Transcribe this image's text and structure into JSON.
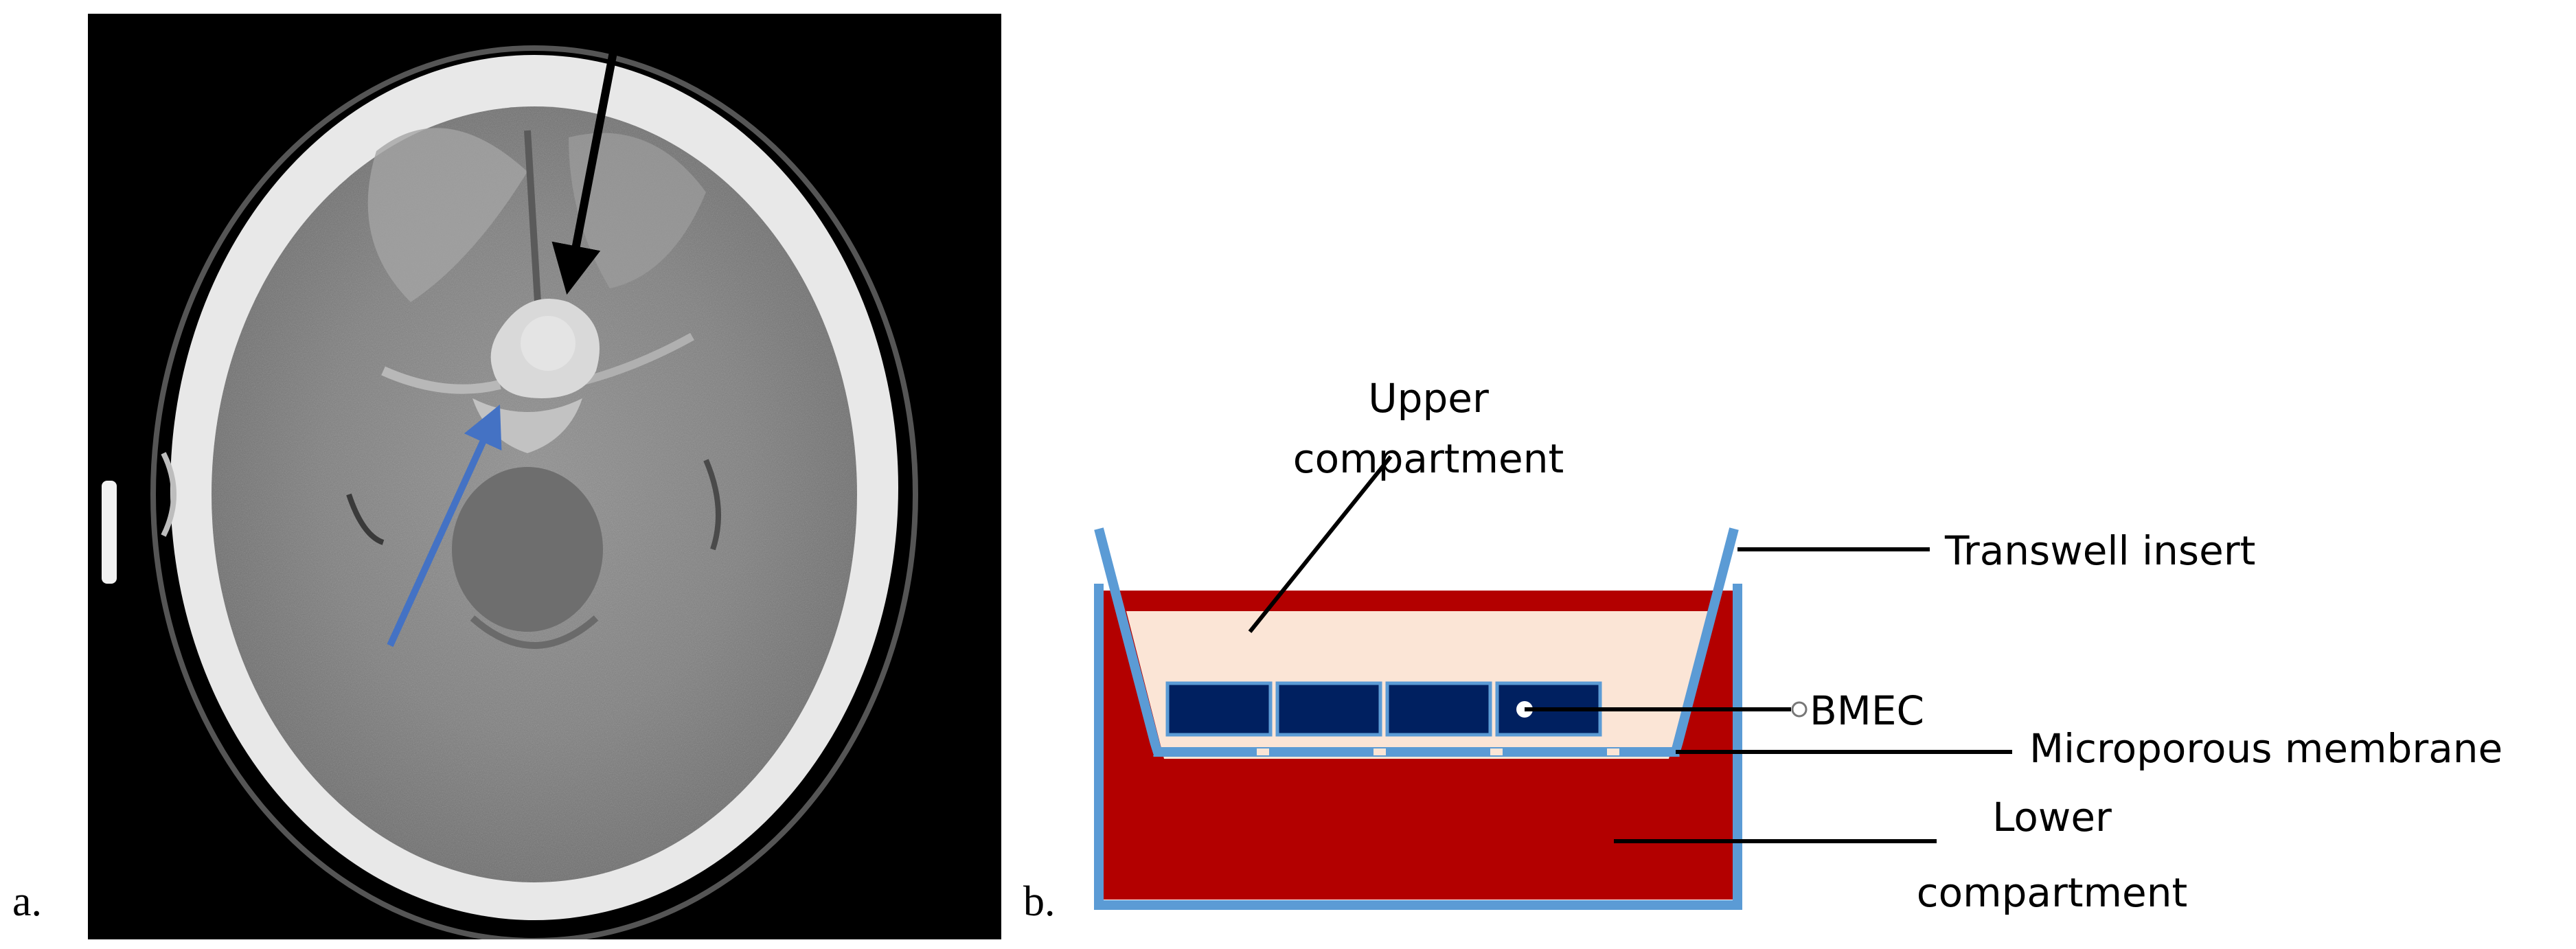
{
  "panels": {
    "a": {
      "label": "a."
    },
    "b": {
      "label": "b."
    }
  },
  "diagram": {
    "upper_compartment": [
      "Upper",
      "compartment"
    ],
    "transwell_insert": "Transwell insert",
    "bmec": "BMEC",
    "microporous_membrane": "Microporous membrane",
    "lower_compartment": [
      "Lower",
      "compartment"
    ]
  },
  "colors": {
    "insert_blue": "#5b9bd5",
    "lower_red": "#b30000",
    "upper_peach": "#fbe5d6",
    "cell_navy": "#002060",
    "ct_background": "#000000",
    "arrow_black": "#000000",
    "arrow_blue": "#4472c4"
  }
}
